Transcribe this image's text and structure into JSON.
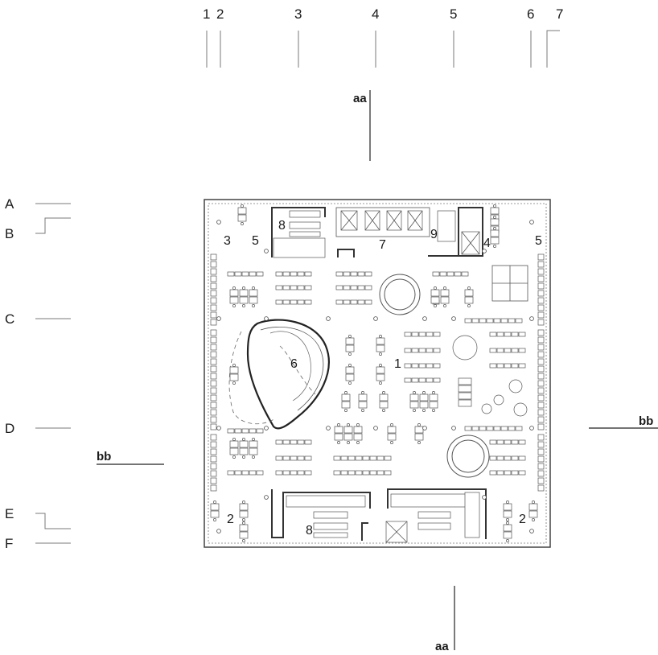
{
  "column_axes": [
    "1",
    "2",
    "3",
    "4",
    "5",
    "6",
    "7"
  ],
  "row_axes": [
    "A",
    "B",
    "C",
    "D",
    "E",
    "F"
  ],
  "section_labels": {
    "aa_top": "aa",
    "aa_bottom": "aa",
    "bb_left": "bb",
    "bb_right": "bb"
  },
  "room_labels": {
    "r1": "1",
    "r2_left": "2",
    "r2_right": "2",
    "r3": "3",
    "r4": "4",
    "r5_left": "5",
    "r5_right": "5",
    "r6": "6",
    "r7": "7",
    "r8_top": "8",
    "r8_bottom": "8",
    "r9": "9"
  }
}
